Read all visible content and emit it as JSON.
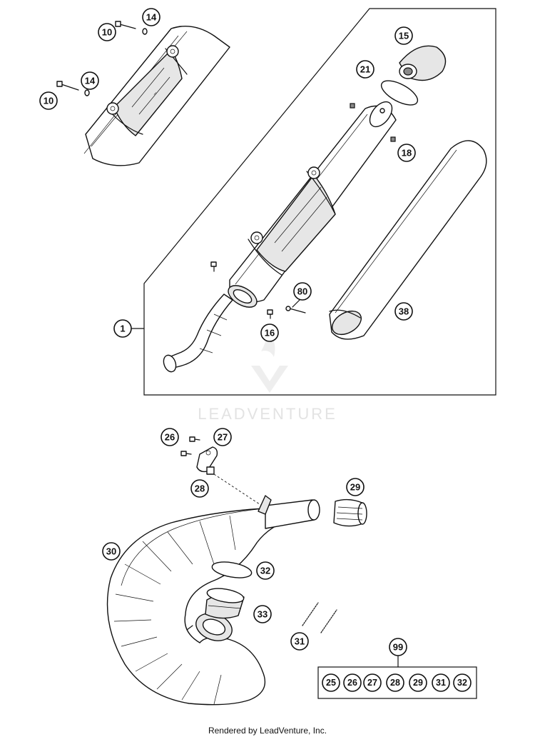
{
  "watermark": "LEADVENTURE",
  "footer": "Rendered by LeadVenture, Inc.",
  "callouts": {
    "c10a": "10",
    "c14a": "14",
    "c10b": "10",
    "c14b": "14",
    "c15": "15",
    "c21": "21",
    "c18": "18",
    "c80": "80",
    "c1": "1",
    "c16": "16",
    "c38": "38",
    "c26": "26",
    "c27": "27",
    "c28": "28",
    "c29": "29",
    "c30": "30",
    "c32": "32",
    "c33": "33",
    "c31": "31",
    "c99": "99"
  },
  "kit_items": [
    "25",
    "26",
    "27",
    "28",
    "29",
    "31",
    "32"
  ]
}
